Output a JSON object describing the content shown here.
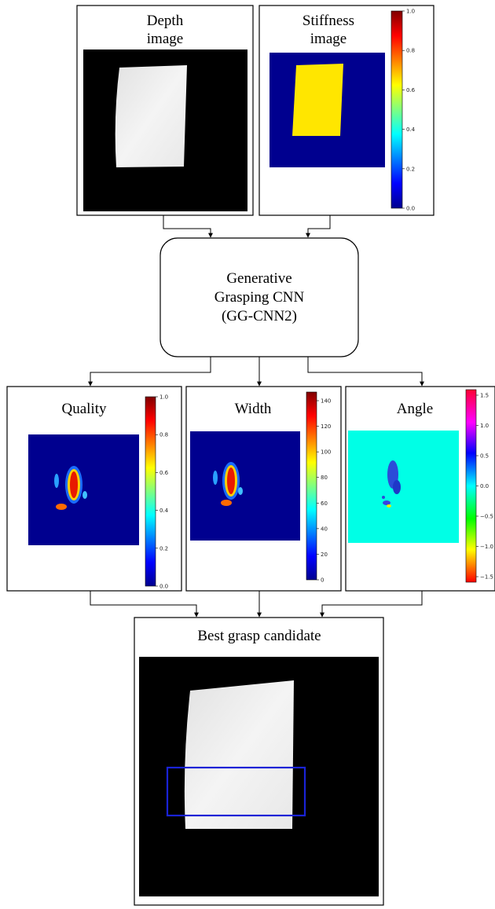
{
  "inputs": {
    "depth": {
      "title_line1": "Depth",
      "title_line2": "image"
    },
    "stiffness": {
      "title_line1": "Stiffness",
      "title_line2": "image",
      "colorbar": {
        "colormap": "jet",
        "ticks": [
          "0.0",
          "0.2",
          "0.4",
          "0.6",
          "0.8",
          "1.0"
        ]
      }
    }
  },
  "network": {
    "line1": "Generative",
    "line2": "Grasping CNN",
    "line3": "(GG-CNN2)"
  },
  "outputs": {
    "quality": {
      "title": "Quality",
      "colorbar": {
        "colormap": "jet",
        "ticks": [
          "0.0",
          "0.2",
          "0.4",
          "0.6",
          "0.8",
          "1.0"
        ]
      }
    },
    "width": {
      "title": "Width",
      "colorbar": {
        "colormap": "jet",
        "ticks": [
          "0",
          "20",
          "40",
          "60",
          "80",
          "100",
          "120",
          "140"
        ]
      }
    },
    "angle": {
      "title": "Angle",
      "colorbar": {
        "colormap": "hsv",
        "ticks": [
          "−1.5",
          "−1.0",
          "−0.5",
          "0.0",
          "0.5",
          "1.0",
          "1.5"
        ]
      }
    }
  },
  "result": {
    "title": "Best grasp candidate",
    "grasp_rect_color": "#1a23d6"
  },
  "colors": {
    "jet_low": "#00008f",
    "jet_high": "#800000",
    "stiffness_fill": "#ffe600",
    "angle_bg": "#00ffe6",
    "object": "#f0f0f0"
  }
}
